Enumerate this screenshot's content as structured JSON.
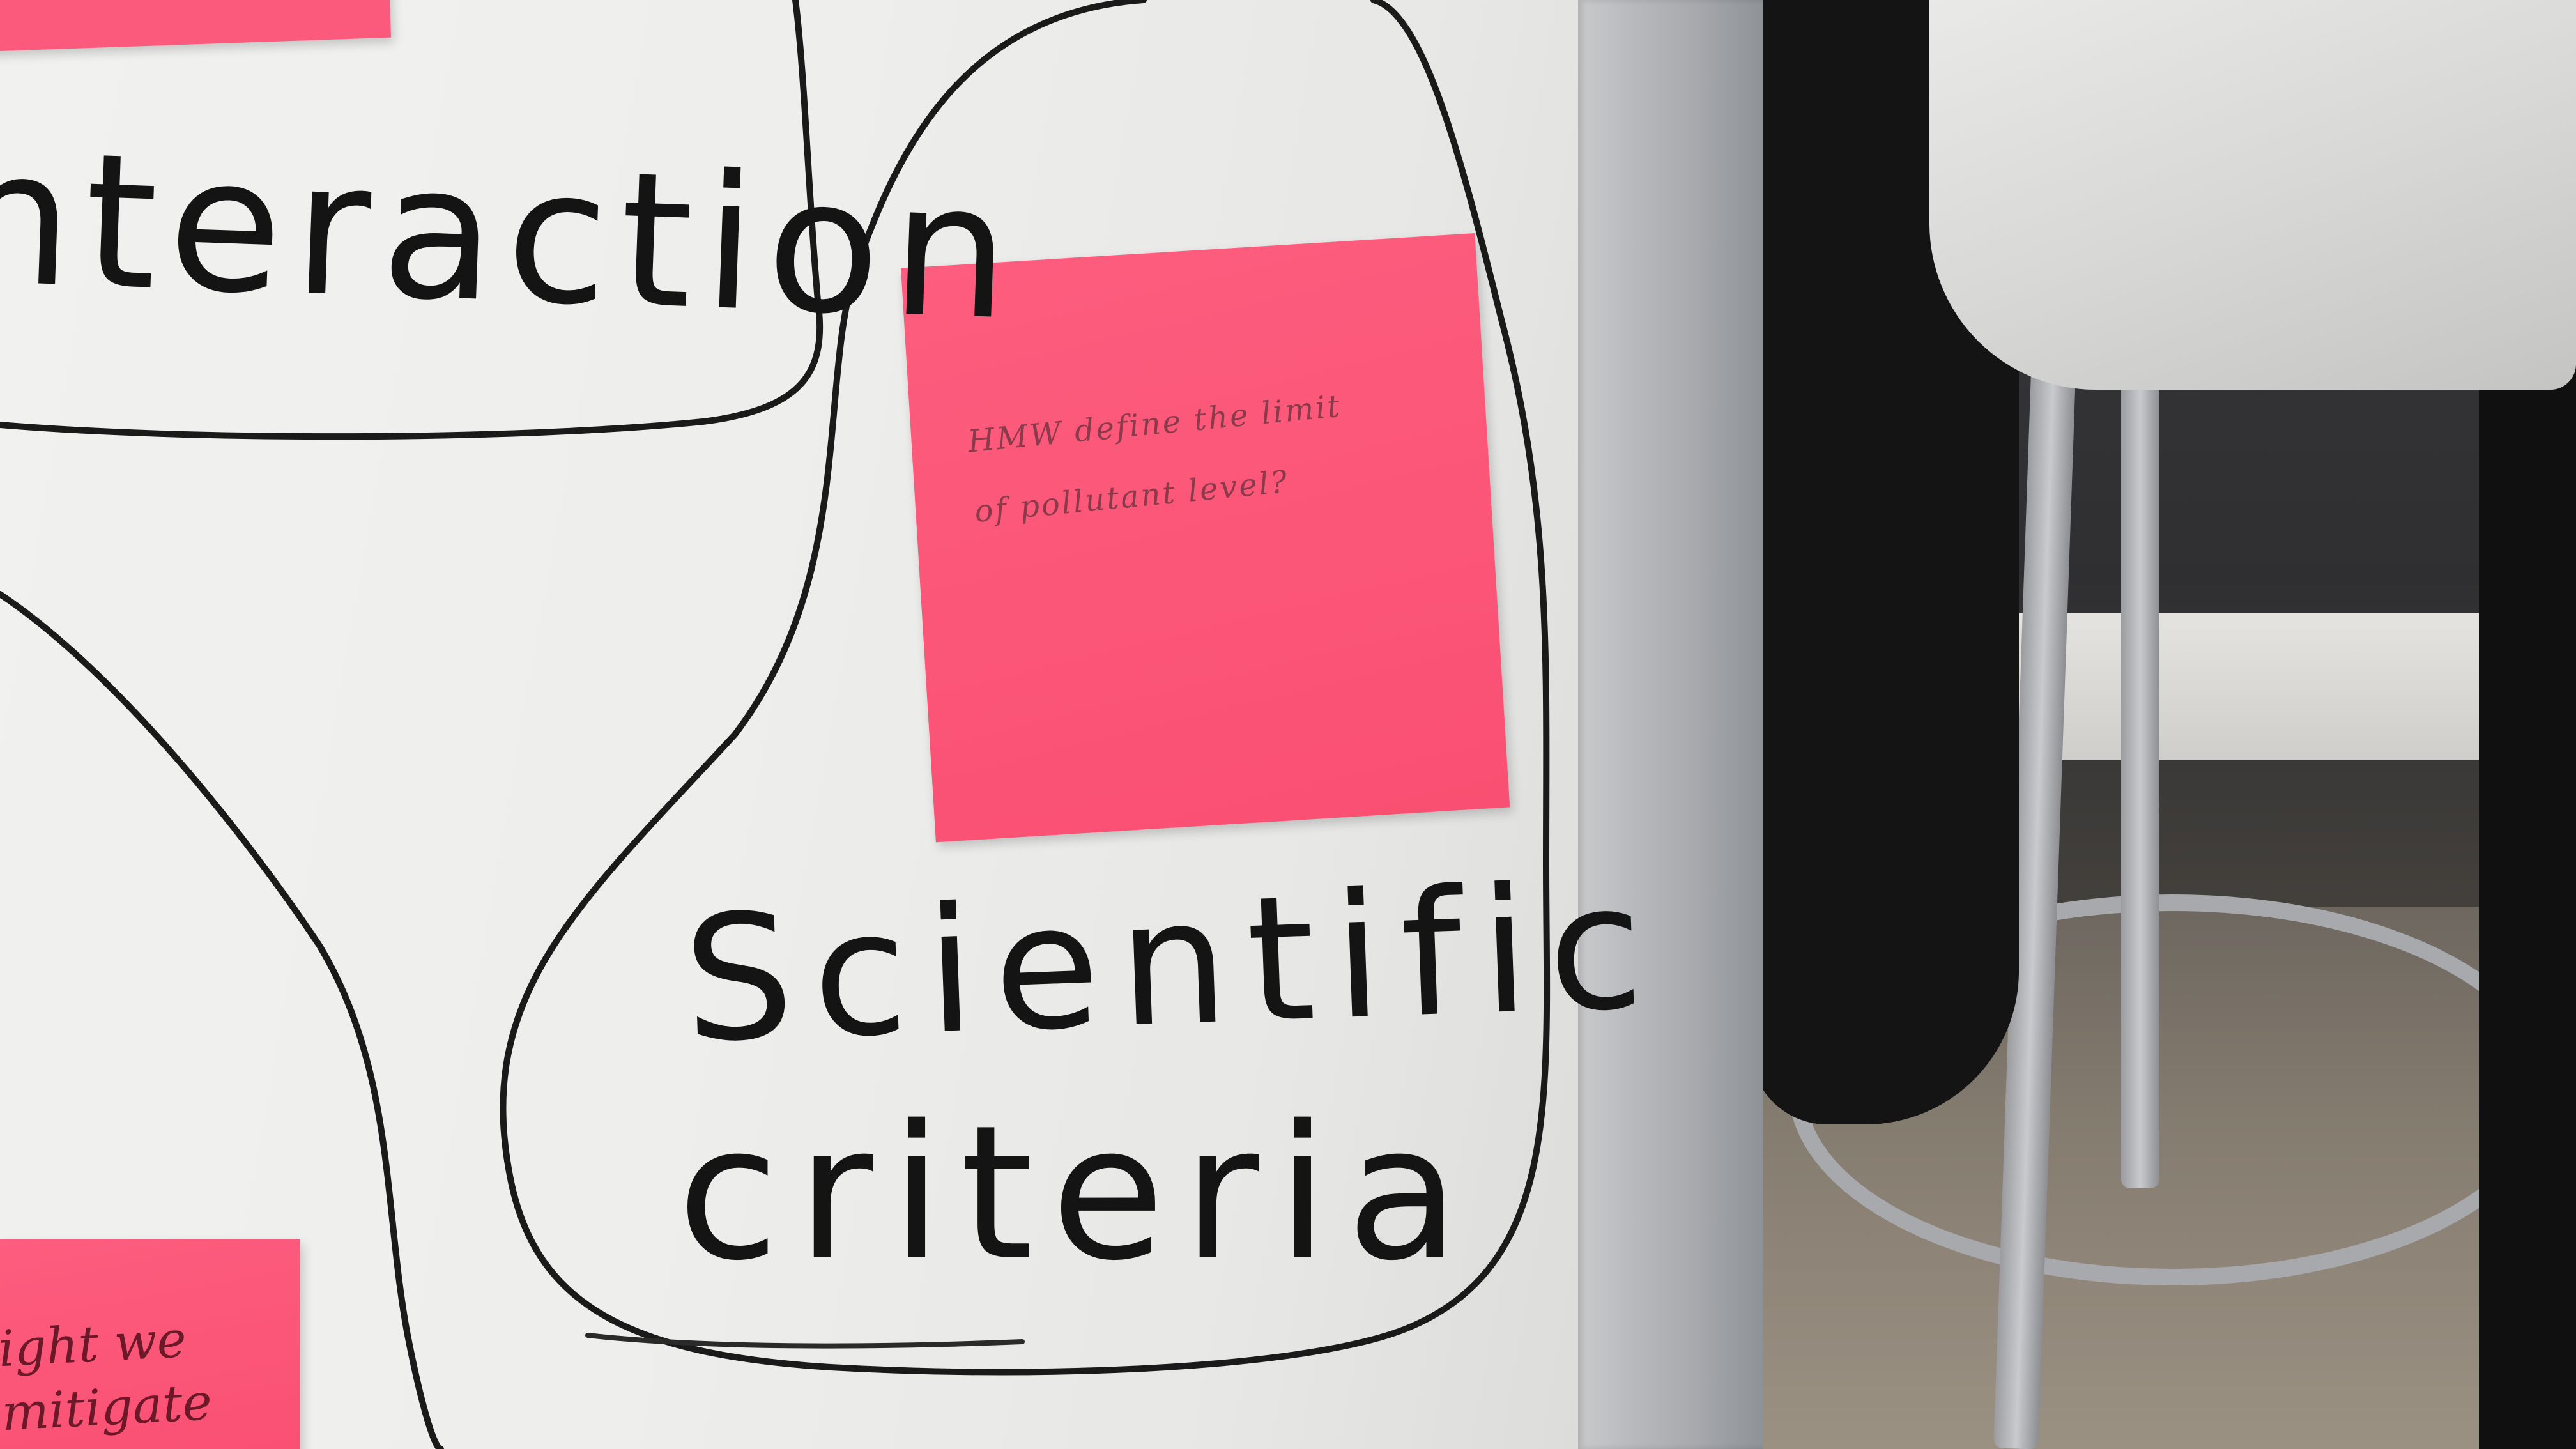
{
  "whiteboard": {
    "words": {
      "interaction": "nteraction",
      "scientific": "Scientific",
      "criteria": "criteria"
    },
    "sticky_main": {
      "line1": "HMW define the limit",
      "line2": "of pollutant level?"
    },
    "sticky_bottom": {
      "text": "ight we\nmitigate"
    }
  },
  "colors": {
    "sticky_pink": "#fb5a7c",
    "marker": "#141414",
    "board": "#eeeeec"
  }
}
